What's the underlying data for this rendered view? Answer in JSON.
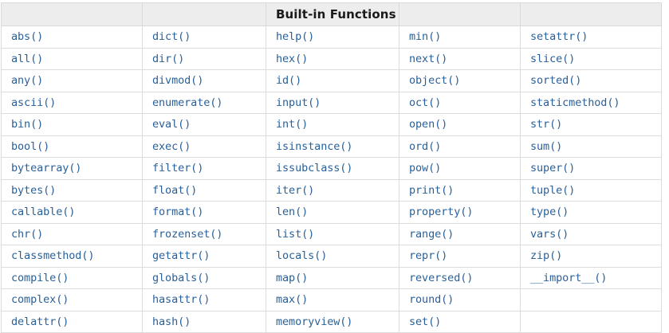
{
  "table": {
    "title": "Built-in Functions",
    "title_column_index": 2,
    "column_count": 5,
    "header_cells": [
      "",
      "",
      "Built-in Functions",
      "",
      ""
    ],
    "rows": [
      [
        "abs()",
        "dict()",
        "help()",
        "min()",
        "setattr()"
      ],
      [
        "all()",
        "dir()",
        "hex()",
        "next()",
        "slice()"
      ],
      [
        "any()",
        "divmod()",
        "id()",
        "object()",
        "sorted()"
      ],
      [
        "ascii()",
        "enumerate()",
        "input()",
        "oct()",
        "staticmethod()"
      ],
      [
        "bin()",
        "eval()",
        "int()",
        "open()",
        "str()"
      ],
      [
        "bool()",
        "exec()",
        "isinstance()",
        "ord()",
        "sum()"
      ],
      [
        "bytearray()",
        "filter()",
        "issubclass()",
        "pow()",
        "super()"
      ],
      [
        "bytes()",
        "float()",
        "iter()",
        "print()",
        "tuple()"
      ],
      [
        "callable()",
        "format()",
        "len()",
        "property()",
        "type()"
      ],
      [
        "chr()",
        "frozenset()",
        "list()",
        "range()",
        "vars()"
      ],
      [
        "classmethod()",
        "getattr()",
        "locals()",
        "repr()",
        "zip()"
      ],
      [
        "compile()",
        "globals()",
        "map()",
        "reversed()",
        "__import__()"
      ],
      [
        "complex()",
        "hasattr()",
        "max()",
        "round()",
        ""
      ],
      [
        "delattr()",
        "hash()",
        "memoryview()",
        "set()",
        ""
      ]
    ]
  },
  "colors": {
    "link": "#2a6099",
    "header_background": "#ededed",
    "border": "#dcdcdc",
    "title_text": "#1a1a1a",
    "page_background": "#ffffff"
  }
}
